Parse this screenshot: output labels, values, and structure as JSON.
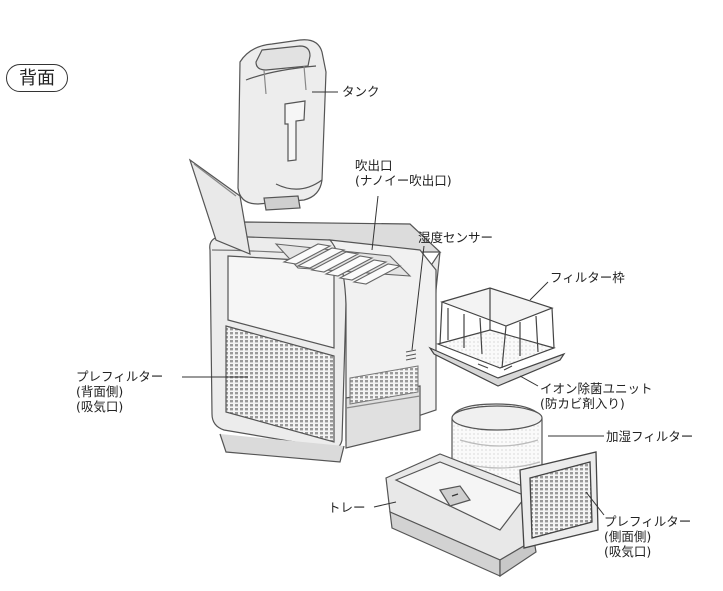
{
  "section": {
    "title": "背面"
  },
  "labels": {
    "tank": "タンク",
    "outlet": [
      "吹出口",
      "(ナノイー吹出口)"
    ],
    "humidity_sensor": "湿度センサー",
    "filter_frame": "フィルター枠",
    "ion_unit": [
      "イオン除菌ユニット",
      "(防カビ剤入り)"
    ],
    "humidify_filter": "加湿フィルター",
    "prefilter_back": [
      "プレフィルター",
      "(背面側)",
      "(吸気口)"
    ],
    "tray": "トレー",
    "prefilter_side": [
      "プレフィルター",
      "(側面側)",
      "(吸気口)"
    ]
  }
}
